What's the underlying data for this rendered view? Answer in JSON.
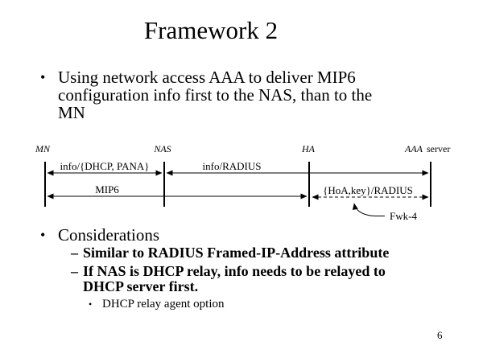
{
  "slide": {
    "title": "Framework 2",
    "page_number": "6"
  },
  "glyphs": {
    "bullet": "•",
    "dash": "–",
    "sub_bullet": "•"
  },
  "content": {
    "intro": {
      "line1": "Using network access AAA to deliver MIP6",
      "line2": "configuration info first to the NAS, than to the",
      "line3": "MN"
    },
    "considerations": {
      "heading": "Considerations"
    },
    "sub1": {
      "text": "Similar to RADIUS Framed-IP-Address attribute"
    },
    "sub2": {
      "line1": "If NAS is DHCP relay, info needs to be relayed to",
      "line2": "DHCP server first."
    },
    "sub3": {
      "text": "DHCP relay agent option"
    }
  },
  "diagram": {
    "nodes": {
      "mn": "MN",
      "nas": "NAS",
      "ha": "HA",
      "aaa": "AAA",
      "aaa_suffix": "server"
    },
    "messages": {
      "mn_nas": "info/{DHCP, PANA}",
      "nas_aaa": "info/RADIUS",
      "mn_ha": "MIP6",
      "ha_aaa": "{HoA,key}/RADIUS"
    },
    "annotation": {
      "label": "Fwk-4"
    },
    "colors": {
      "ink": "#000000",
      "background": "#ffffff"
    }
  }
}
